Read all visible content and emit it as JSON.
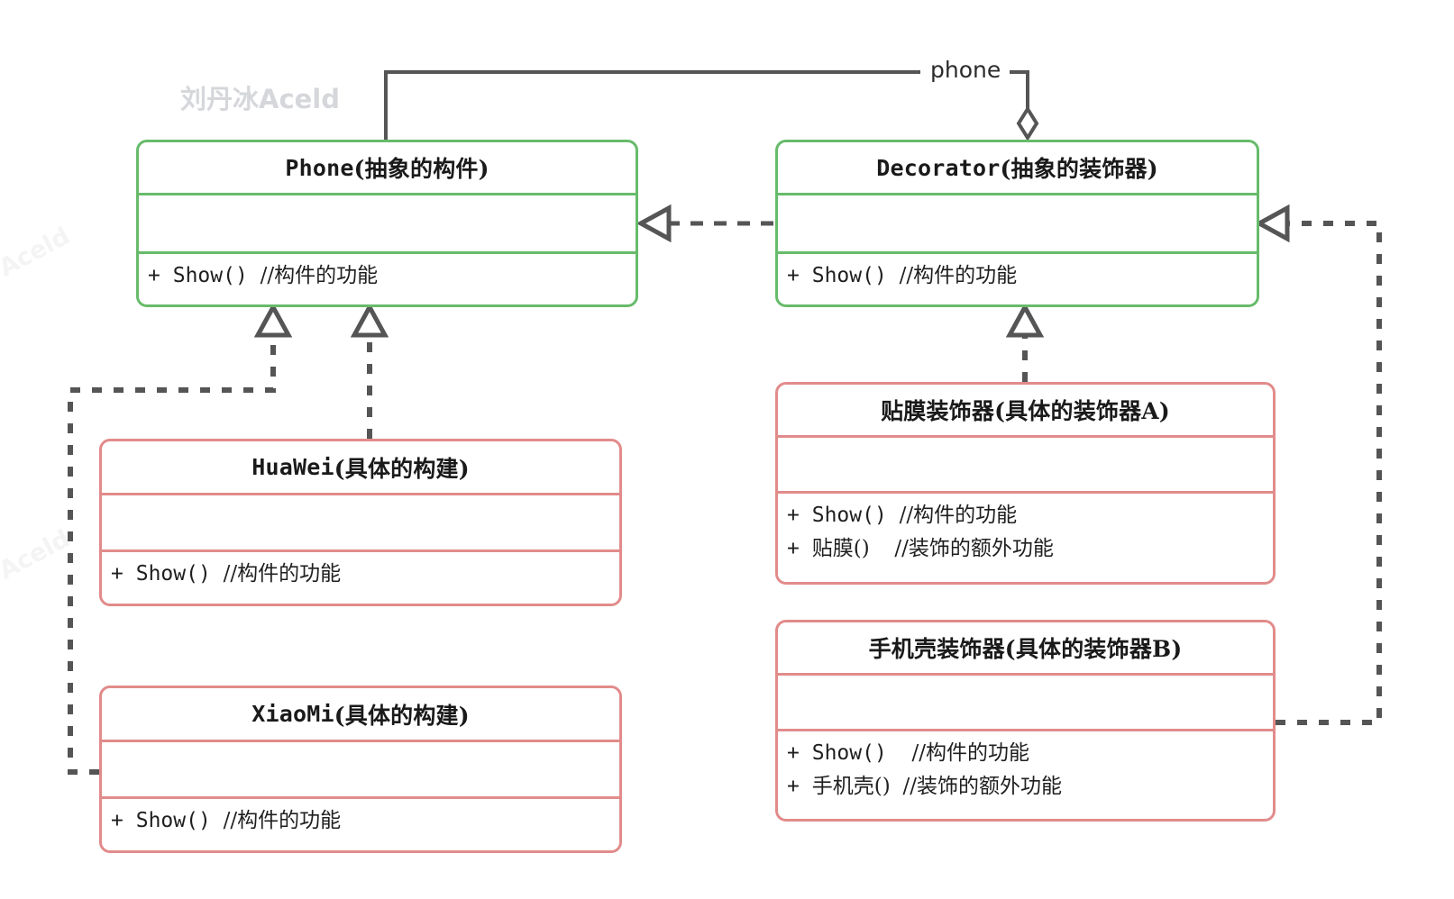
{
  "diagram": {
    "title": "Decorator Pattern UML Class Diagram",
    "colors": {
      "abstract_border": "#67bb6a",
      "concrete_border": "#e28b8b",
      "edge_line": "#555555",
      "text": "#1a1a1a",
      "watermark": "#d5d7db",
      "background": "#ffffff"
    }
  },
  "watermarks": {
    "main": "刘丹冰Aceld",
    "faint_top": "Aceld",
    "faint_bottom": "Aceld"
  },
  "classes": [
    {
      "id": "phone",
      "name_code": "Phone",
      "name_note": "(抽象的构件)",
      "kind": "abstract-component",
      "border_color": "#67bb6a",
      "attributes": [],
      "methods": [
        {
          "visibility": "+",
          "signature": "Show()",
          "comment": "//构件的功能"
        }
      ]
    },
    {
      "id": "decorator",
      "name_code": "Decorator",
      "name_note": "(抽象的装饰器)",
      "kind": "abstract-decorator",
      "border_color": "#67bb6a",
      "attributes": [],
      "methods": [
        {
          "visibility": "+",
          "signature": "Show()",
          "comment": "//构件的功能"
        }
      ]
    },
    {
      "id": "huawei",
      "name_code": "HuaWei",
      "name_note": "(具体的构建)",
      "kind": "concrete-component",
      "border_color": "#e28b8b",
      "attributes": [],
      "methods": [
        {
          "visibility": "+",
          "signature": "Show()",
          "comment": "//构件的功能"
        }
      ]
    },
    {
      "id": "xiaomi",
      "name_code": "XiaoMi",
      "name_note": "(具体的构建)",
      "kind": "concrete-component",
      "border_color": "#e28b8b",
      "attributes": [],
      "methods": [
        {
          "visibility": "+",
          "signature": "Show()",
          "comment": "//构件的功能"
        }
      ]
    },
    {
      "id": "film-decorator",
      "name_code": "贴膜装饰器",
      "name_note": "(具体的装饰器A)",
      "kind": "concrete-decorator",
      "border_color": "#e28b8b",
      "attributes": [],
      "methods": [
        {
          "visibility": "+",
          "signature": "Show()",
          "comment": "//构件的功能"
        },
        {
          "visibility": "+",
          "signature": "贴膜()",
          "comment": "//装饰的额外功能"
        }
      ]
    },
    {
      "id": "case-decorator",
      "name_code": "手机壳装饰器",
      "name_note": "(具体的装饰器B)",
      "kind": "concrete-decorator",
      "border_color": "#e28b8b",
      "attributes": [],
      "methods": [
        {
          "visibility": "+",
          "signature": "Show()",
          "comment": "//构件的功能"
        },
        {
          "visibility": "+",
          "signature": "手机壳()",
          "comment": "//装饰的额外功能"
        }
      ]
    }
  ],
  "relations": [
    {
      "id": "aggregation-phone-decorator",
      "type": "aggregation",
      "from": "decorator",
      "to": "phone",
      "label": "phone",
      "line": "solid",
      "end_marker": "hollow-diamond"
    },
    {
      "id": "realize-decorator-phone",
      "type": "realization",
      "from": "decorator",
      "to": "phone",
      "label": "",
      "line": "dashed",
      "end_marker": "hollow-triangle"
    },
    {
      "id": "realize-huawei-phone",
      "type": "realization",
      "from": "huawei",
      "to": "phone",
      "label": "",
      "line": "dashed",
      "end_marker": "hollow-triangle"
    },
    {
      "id": "realize-xiaomi-phone",
      "type": "realization",
      "from": "xiaomi",
      "to": "phone",
      "label": "",
      "line": "dashed",
      "end_marker": "hollow-triangle"
    },
    {
      "id": "realize-film-decorator",
      "type": "realization",
      "from": "film-decorator",
      "to": "decorator",
      "label": "",
      "line": "dashed",
      "end_marker": "hollow-triangle"
    },
    {
      "id": "realize-case-decorator",
      "type": "realization",
      "from": "case-decorator",
      "to": "decorator",
      "label": "",
      "line": "dashed",
      "end_marker": "hollow-triangle"
    }
  ]
}
